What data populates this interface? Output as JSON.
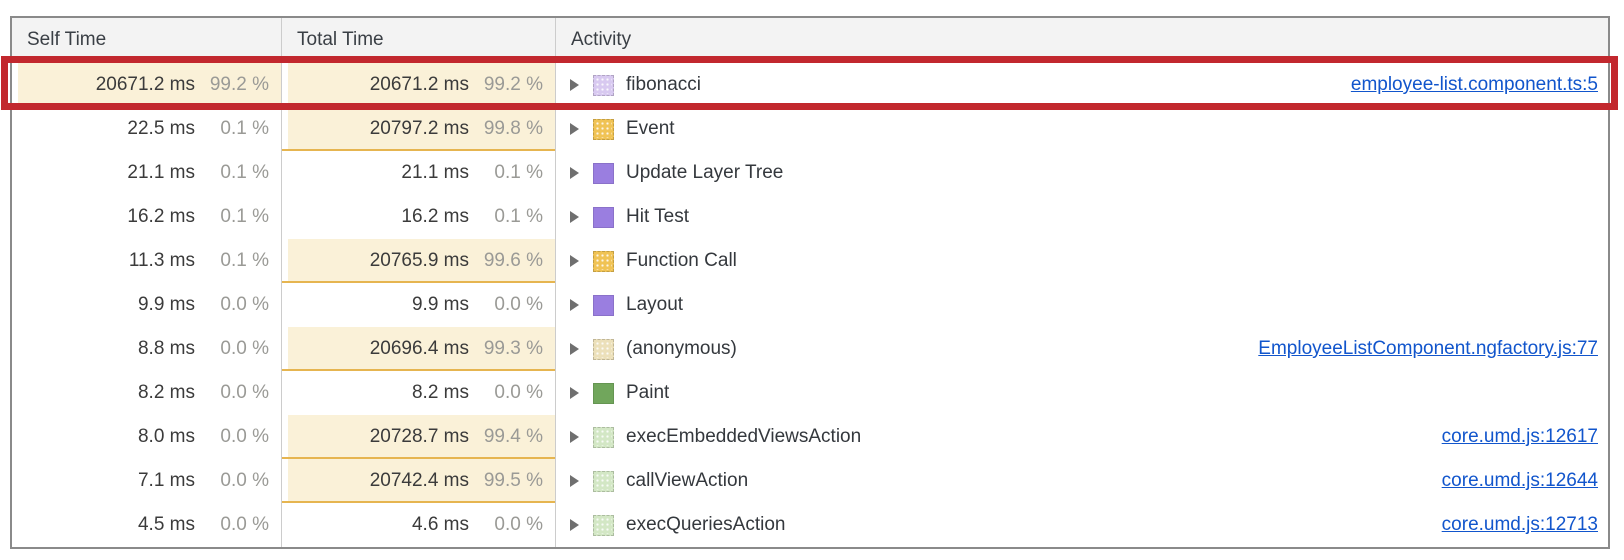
{
  "table": {
    "columns": [
      {
        "id": "self",
        "label": "Self Time"
      },
      {
        "id": "total",
        "label": "Total Time"
      },
      {
        "id": "activity",
        "label": "Activity"
      }
    ],
    "rows": [
      {
        "self_time": "20671.2 ms",
        "self_pct": "99.2 %",
        "self_heavy": true,
        "total_time": "20671.2 ms",
        "total_pct": "99.2 %",
        "total_heavy": true,
        "activity": "fibonacci",
        "swatch": {
          "name": "scripting-js-frame",
          "color": "#d8c9f0",
          "dotted": true
        },
        "link": "employee-list.component.ts:5",
        "annotated": true
      },
      {
        "self_time": "22.5 ms",
        "self_pct": "0.1 %",
        "self_heavy": false,
        "total_time": "20797.2 ms",
        "total_pct": "99.8 %",
        "total_heavy": true,
        "activity": "Event",
        "swatch": {
          "name": "scripting",
          "color": "#f0c355",
          "dotted": true
        },
        "link": "",
        "annotated": false
      },
      {
        "self_time": "21.1 ms",
        "self_pct": "0.1 %",
        "self_heavy": false,
        "total_time": "21.1 ms",
        "total_pct": "0.1 %",
        "total_heavy": false,
        "activity": "Update Layer Tree",
        "swatch": {
          "name": "rendering",
          "color": "#9a7ee0",
          "dotted": false
        },
        "link": "",
        "annotated": false
      },
      {
        "self_time": "16.2 ms",
        "self_pct": "0.1 %",
        "self_heavy": false,
        "total_time": "16.2 ms",
        "total_pct": "0.1 %",
        "total_heavy": false,
        "activity": "Hit Test",
        "swatch": {
          "name": "rendering",
          "color": "#9a7ee0",
          "dotted": false
        },
        "link": "",
        "annotated": false
      },
      {
        "self_time": "11.3 ms",
        "self_pct": "0.1 %",
        "self_heavy": false,
        "total_time": "20765.9 ms",
        "total_pct": "99.6 %",
        "total_heavy": true,
        "activity": "Function Call",
        "swatch": {
          "name": "scripting",
          "color": "#f0c355",
          "dotted": true
        },
        "link": "",
        "annotated": false
      },
      {
        "self_time": "9.9 ms",
        "self_pct": "0.0 %",
        "self_heavy": false,
        "total_time": "9.9 ms",
        "total_pct": "0.0 %",
        "total_heavy": false,
        "activity": "Layout",
        "swatch": {
          "name": "rendering",
          "color": "#9a7ee0",
          "dotted": false
        },
        "link": "",
        "annotated": false
      },
      {
        "self_time": "8.8 ms",
        "self_pct": "0.0 %",
        "self_heavy": false,
        "total_time": "20696.4 ms",
        "total_pct": "99.3 %",
        "total_heavy": true,
        "activity": "(anonymous)",
        "swatch": {
          "name": "scripting-anonymous",
          "color": "#ece0ba",
          "dotted": true
        },
        "link": "EmployeeListComponent.ngfactory.js:77",
        "annotated": false
      },
      {
        "self_time": "8.2 ms",
        "self_pct": "0.0 %",
        "self_heavy": false,
        "total_time": "8.2 ms",
        "total_pct": "0.0 %",
        "total_heavy": false,
        "activity": "Paint",
        "swatch": {
          "name": "painting",
          "color": "#71a65c",
          "dotted": false
        },
        "link": "",
        "annotated": false
      },
      {
        "self_time": "8.0 ms",
        "self_pct": "0.0 %",
        "self_heavy": false,
        "total_time": "20728.7 ms",
        "total_pct": "99.4 %",
        "total_heavy": true,
        "activity": "execEmbeddedViewsAction",
        "swatch": {
          "name": "scripting-function",
          "color": "#d3e7c5",
          "dotted": true
        },
        "link": "core.umd.js:12617",
        "annotated": false
      },
      {
        "self_time": "7.1 ms",
        "self_pct": "0.0 %",
        "self_heavy": false,
        "total_time": "20742.4 ms",
        "total_pct": "99.5 %",
        "total_heavy": true,
        "activity": "callViewAction",
        "swatch": {
          "name": "scripting-function",
          "color": "#d3e7c5",
          "dotted": true
        },
        "link": "core.umd.js:12644",
        "annotated": false
      },
      {
        "self_time": "4.5 ms",
        "self_pct": "0.0 %",
        "self_heavy": false,
        "total_time": "4.6 ms",
        "total_pct": "0.0 %",
        "total_heavy": false,
        "activity": "execQueriesAction",
        "swatch": {
          "name": "scripting-function",
          "color": "#d3e7c5",
          "dotted": true
        },
        "link": "core.umd.js:12713",
        "annotated": false
      }
    ]
  },
  "annotation": {
    "purpose": "highlight-fibonacci-row",
    "border_color": "#c2282e"
  },
  "colors": {
    "heavy_cell_bg": "#faf1d8",
    "heavy_cell_underline": "#e6b550",
    "link_blue": "#1155cc",
    "header_bg": "#f3f3f3",
    "time_text": "#3b3b3b",
    "percent_text": "#9a9a96"
  }
}
